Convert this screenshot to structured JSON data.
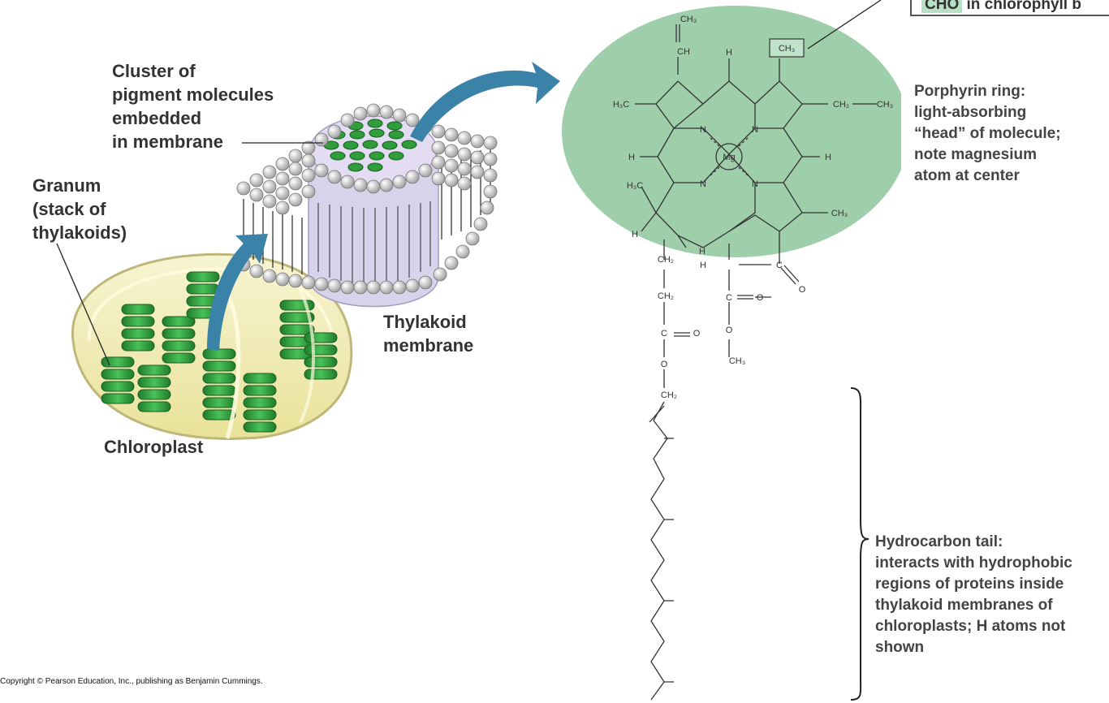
{
  "labels": {
    "cluster": [
      "Cluster of",
      "pigment molecules",
      "embedded",
      "in membrane"
    ],
    "granum": [
      "Granum",
      "(stack of",
      "thylakoids)"
    ],
    "thylakoid_membrane": [
      "Thylakoid",
      "membrane"
    ],
    "chloroplast": "Chloroplast",
    "porphyrin": [
      "Porphyrin ring:",
      "light-absorbing",
      "“head” of molecule;",
      "note magnesium",
      "atom at center"
    ],
    "hydrocarbon": [
      "Hydrocarbon tail:",
      "interacts with hydrophobic",
      "regions of proteins inside",
      "thylakoid membranes of",
      "chloroplasts; H atoms not",
      "shown"
    ],
    "callout_highlight": "CHO",
    "callout_rest": "in chlorophyll b"
  },
  "chem": {
    "CH3": "CH₃",
    "CH2": "CH₂",
    "CH": "CH",
    "C": "C",
    "N": "N",
    "H": "H",
    "O": "O",
    "Mg": "Mg",
    "H3C": "H₃C"
  },
  "copyright": "Copyright © Pearson Education, Inc., publishing as Benjamin Cummings.",
  "colors": {
    "porphyrin_fill": "#9fceab",
    "arrow_blue": "#3b82a8",
    "granum_green": "#2f9e3a",
    "membrane_lilac": "#d8d2ea",
    "chloroplast_envelope": "#f2eeb8"
  }
}
